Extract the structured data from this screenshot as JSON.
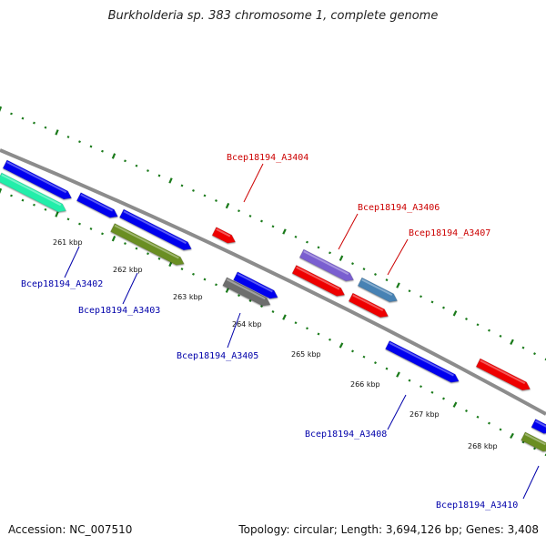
{
  "title": "Burkholderia sp. 383 chromosome 1, complete genome",
  "footer": {
    "accession": "Accession: NC_007510",
    "summary": "Topology: circular; Length: 3,694,126 bp; Genes: 3,408"
  },
  "colors": {
    "backbone": "#8c8c8c",
    "ruler": "#1a7a1a",
    "label_forward": "#cc0000",
    "label_reverse": "#0000aa"
  },
  "ticks": [
    {
      "label": "261 kbp"
    },
    {
      "label": "262 kbp"
    },
    {
      "label": "263 kbp"
    },
    {
      "label": "264 kbp"
    },
    {
      "label": "265 kbp"
    },
    {
      "label": "266 kbp"
    },
    {
      "label": "267 kbp"
    },
    {
      "label": "268 kbp"
    }
  ],
  "gene_labels": [
    {
      "text": "Bcep18194_A3402",
      "strand": "reverse"
    },
    {
      "text": "Bcep18194_A3403",
      "strand": "reverse"
    },
    {
      "text": "Bcep18194_A3404",
      "strand": "forward"
    },
    {
      "text": "Bcep18194_A3405",
      "strand": "reverse"
    },
    {
      "text": "Bcep18194_A3406",
      "strand": "forward"
    },
    {
      "text": "Bcep18194_A3407",
      "strand": "forward"
    },
    {
      "text": "Bcep18194_A3408",
      "strand": "reverse"
    },
    {
      "text": "Bcep18194_A3410",
      "strand": "reverse"
    }
  ],
  "features": [
    {
      "name": "gene-blue-a",
      "color": "#0000ee"
    },
    {
      "name": "gene-teal",
      "color": "#22eeaa"
    },
    {
      "name": "gene-blue-b",
      "color": "#0000ee"
    },
    {
      "name": "gene-blue-c",
      "color": "#0000ee"
    },
    {
      "name": "gene-olive-A3403",
      "color": "#6b8e23"
    },
    {
      "name": "gene-red-A3404",
      "color": "#ee0000"
    },
    {
      "name": "gene-blue-d",
      "color": "#0000ee"
    },
    {
      "name": "gene-gray-A3405",
      "color": "#6e6e6e"
    },
    {
      "name": "gene-purple-A3406",
      "color": "#7a5fd0"
    },
    {
      "name": "gene-red-e",
      "color": "#ee0000"
    },
    {
      "name": "gene-steelblue-A3407",
      "color": "#4682b4"
    },
    {
      "name": "gene-red-f",
      "color": "#ee0000"
    },
    {
      "name": "gene-blue-A3408",
      "color": "#0000ee"
    },
    {
      "name": "gene-red-g",
      "color": "#ee0000"
    },
    {
      "name": "gene-blue-A3410",
      "color": "#0000ee"
    },
    {
      "name": "gene-olive-h",
      "color": "#6b8e23"
    }
  ]
}
